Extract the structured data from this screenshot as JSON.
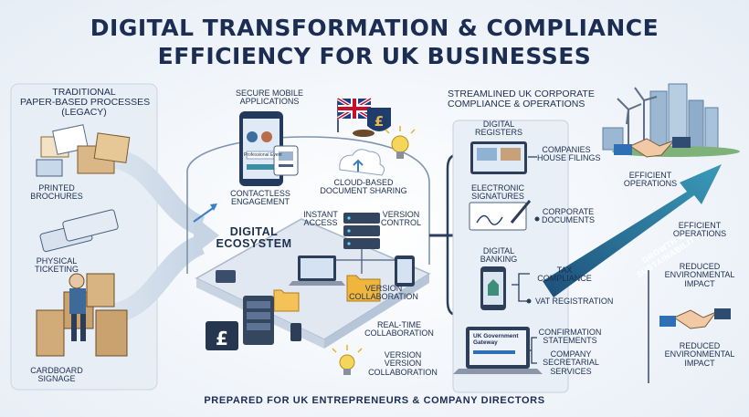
{
  "title": {
    "line1": "DIGITAL TRANSFORMATION & COMPLIANCE",
    "line2": "EFFICIENCY FOR UK BUSINESSES"
  },
  "legacy": {
    "heading": [
      "TRADITIONAL",
      "PAPER-BASED PROCESSES",
      "(LEGACY)"
    ],
    "brochures": [
      "PRINTED",
      "BROCHURES"
    ],
    "ticketing": [
      "PHYSICAL",
      "TICKETING"
    ],
    "signage": [
      "CARDBOARD",
      "SIGNAGE"
    ]
  },
  "center": {
    "mobile_heading": [
      "SECURE MOBILE",
      "APPLICATIONS"
    ],
    "phone_screen": "Professional Event",
    "contactless": [
      "CONTACTLESS",
      "ENGAGEMENT"
    ],
    "cloud_sharing": [
      "CLOUD-BASED",
      "DOCUMENT SHARING"
    ],
    "instant_access": [
      "INSTANT",
      "ACCESS"
    ],
    "version_control": [
      "VERSION",
      "CONTROL"
    ],
    "ecosystem": [
      "DIGITAL",
      "ECOSYSTEM"
    ],
    "version_collab_1": [
      "VERSION",
      "COLLABORATION"
    ],
    "realtime": [
      "REAL-TIME",
      "COLLABORATION"
    ],
    "version_collab_2": [
      "VERSION",
      "VERSION",
      "COLLABORATION"
    ],
    "currency_symbol": "£"
  },
  "compliance": {
    "heading": [
      "STREAMLINED UK CORPORATE",
      "COMPLIANCE & OPERATIONS"
    ],
    "registers": [
      "DIGITAL",
      "REGISTERS"
    ],
    "companies_house": [
      "COMPANIES",
      "HOUSE FILINGS"
    ],
    "esignatures": [
      "ELECTRONIC",
      "SIGNATURES"
    ],
    "corporate_docs": [
      "CORPORATE",
      "DOCUMENTS"
    ],
    "banking": [
      "DIGITAL",
      "BANKING"
    ],
    "tax": [
      "TAX",
      "COMPLIANCE"
    ],
    "vat": "VAT REGISTRATION",
    "confirmation": [
      "CONFIRMATION",
      "STATEMENTS"
    ],
    "secretarial": [
      "COMPANY",
      "SECRETARIAL",
      "SERVICES"
    ],
    "gateway_screen": [
      "UK Government",
      "Gateway"
    ]
  },
  "outcomes": {
    "efficient_1": [
      "EFFICIENT",
      "OPERATIONS"
    ],
    "growth": "GROWTH & SUSTAINABILITY",
    "efficient_2": [
      "EFFICIENT",
      "OPERATIONS"
    ],
    "reduced_1": [
      "REDUCED",
      "ENVIRONMENTAL",
      "IMPACT"
    ],
    "reduced_2": [
      "REDUCED",
      "ENVIRONMENTAL",
      "IMPACT"
    ]
  },
  "footer": "PREPARED FOR UK ENTREPRENEURS & COMPANY DIRECTORS",
  "colors": {
    "navy": "#1c2f4f",
    "teal": "#3c8ea6",
    "accent_blue": "#2f6fb4",
    "panel": "#e9eff6"
  }
}
